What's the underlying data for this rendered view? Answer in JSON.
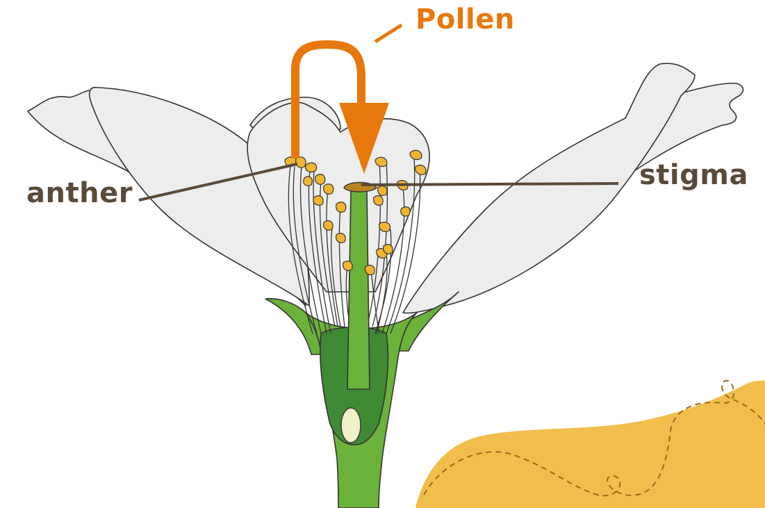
{
  "labels": {
    "pollen": "Pollen",
    "anther": "anther",
    "stigma": "stigma"
  },
  "colors": {
    "pollen_arrow": "#e8780c",
    "label_text": "#5a4a3a",
    "petal_fill": "#ededed",
    "petal_stroke": "#333333",
    "stem_light_green": "#6bb23a",
    "ovary_dark_green": "#3f8a34",
    "anther_yellow": "#f2b531",
    "stigma_brown": "#b98522",
    "ovule": "#eef0c6",
    "decoration_yellow": "#f1be4b"
  },
  "icons": {
    "flower": "flower-cross-section-illustration",
    "arrow": "pollen-transfer-arrow"
  }
}
